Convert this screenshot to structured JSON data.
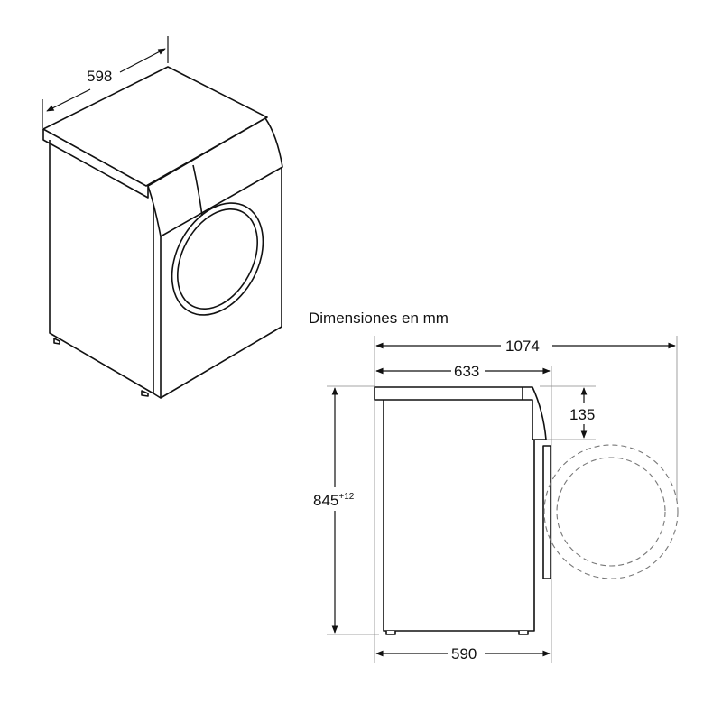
{
  "diagram": {
    "title": "Dimensiones en mm",
    "isometric_view": {
      "width_label": "598"
    },
    "side_view": {
      "depth_total_label": "1074",
      "depth_body_label": "633",
      "panel_height_label": "135",
      "height_label": "845",
      "height_tolerance_label": "+12",
      "depth_base_label": "590",
      "door_swing": "dashed-circles"
    },
    "colors": {
      "line": "#111111",
      "guide": "#888888",
      "dash": "#777777",
      "background": "#ffffff"
    }
  }
}
